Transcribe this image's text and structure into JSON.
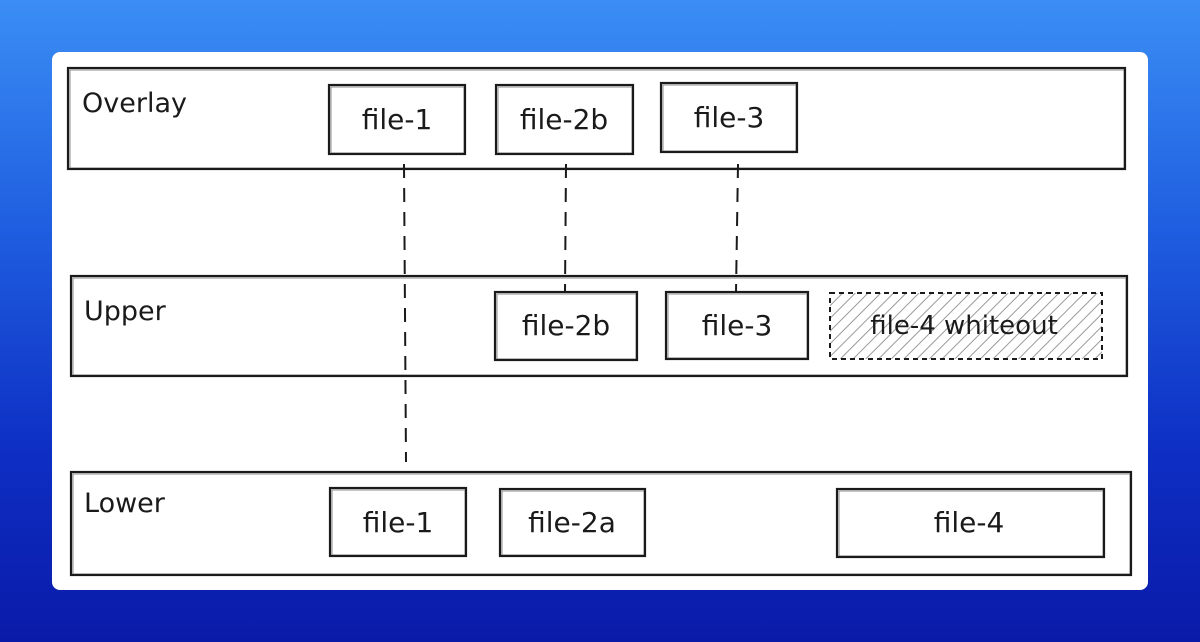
{
  "layers": [
    {
      "label": "Overlay"
    },
    {
      "label": "Upper"
    },
    {
      "label": "Lower"
    }
  ],
  "files": {
    "overlay": [
      "file-1",
      "file-2b",
      "file-3"
    ],
    "upper": [
      "file-2b",
      "file-3",
      "file-4 whiteout"
    ],
    "lower": [
      "file-1",
      "file-2a",
      "file-4"
    ]
  },
  "colors": {
    "background_top": "#3b8ef5",
    "background_bottom": "#0a1aa8",
    "card": "#ffffff",
    "stroke": "#1a1a1a",
    "whiteout_hatch": "#9a9a9a"
  }
}
